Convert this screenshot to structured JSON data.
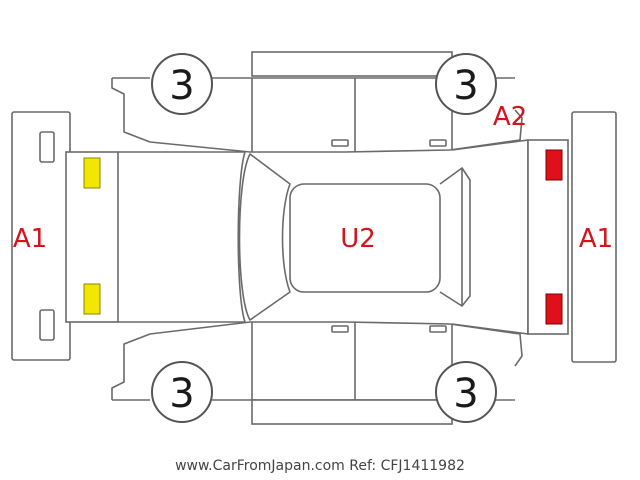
{
  "colors": {
    "line": "#6a6a6a",
    "code_text": "#d4141a",
    "marker_yellow": "#f2e600",
    "marker_red": "#e0101a"
  },
  "tires": {
    "front_left": "3",
    "rear_left": "3",
    "front_right": "3",
    "rear_right": "3"
  },
  "codes": {
    "front_bumper": "A1",
    "rear_bumper": "A1",
    "rear_corner": "A2",
    "roof": "U2"
  },
  "footer": "www.CarFromJapan.com Ref: CFJ1411982"
}
